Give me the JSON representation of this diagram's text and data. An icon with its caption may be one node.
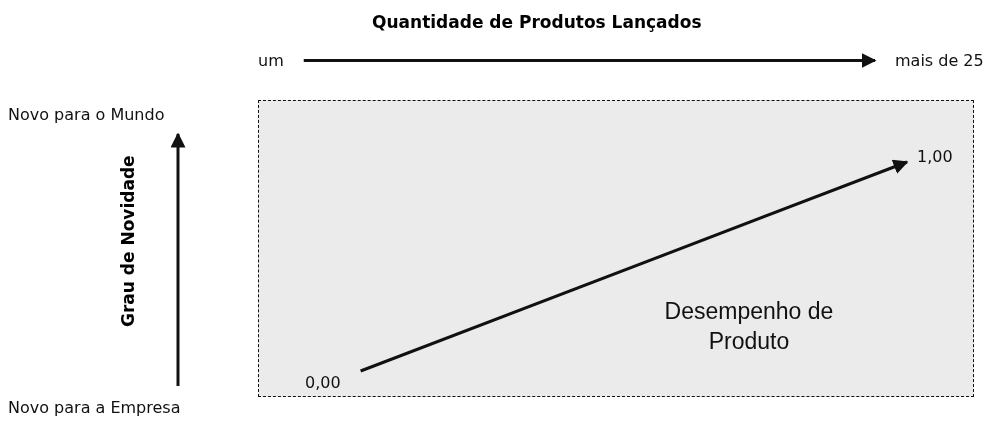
{
  "diagram": {
    "nodes": [
      {
        "text": [
          "um"
        ]
      },
      {
        "text": [
          "mais de 25"
        ]
      },
      {
        "text": [
          "Novo para o Mundo"
        ]
      },
      {
        "text": [
          "Novo para a Empresa"
        ]
      },
      {
        "text": [
          "Desempenho de Produto"
        ]
      },
      {
        "text": [
          "0,00"
        ],
        "in": 4
      },
      {
        "text": [
          "1,00"
        ],
        "in": 4
      }
    ],
    "edges": [
      {
        "from": 0,
        "to": 1,
        "arrow": "to"
      },
      {
        "from": 3,
        "to": 2,
        "arrow": "to"
      },
      {
        "from": 5,
        "to": 6,
        "arrow": "to"
      }
    ],
    "labels": [
      "Quantidade de Produtos Lançados",
      "Grau de Novidade"
    ]
  }
}
